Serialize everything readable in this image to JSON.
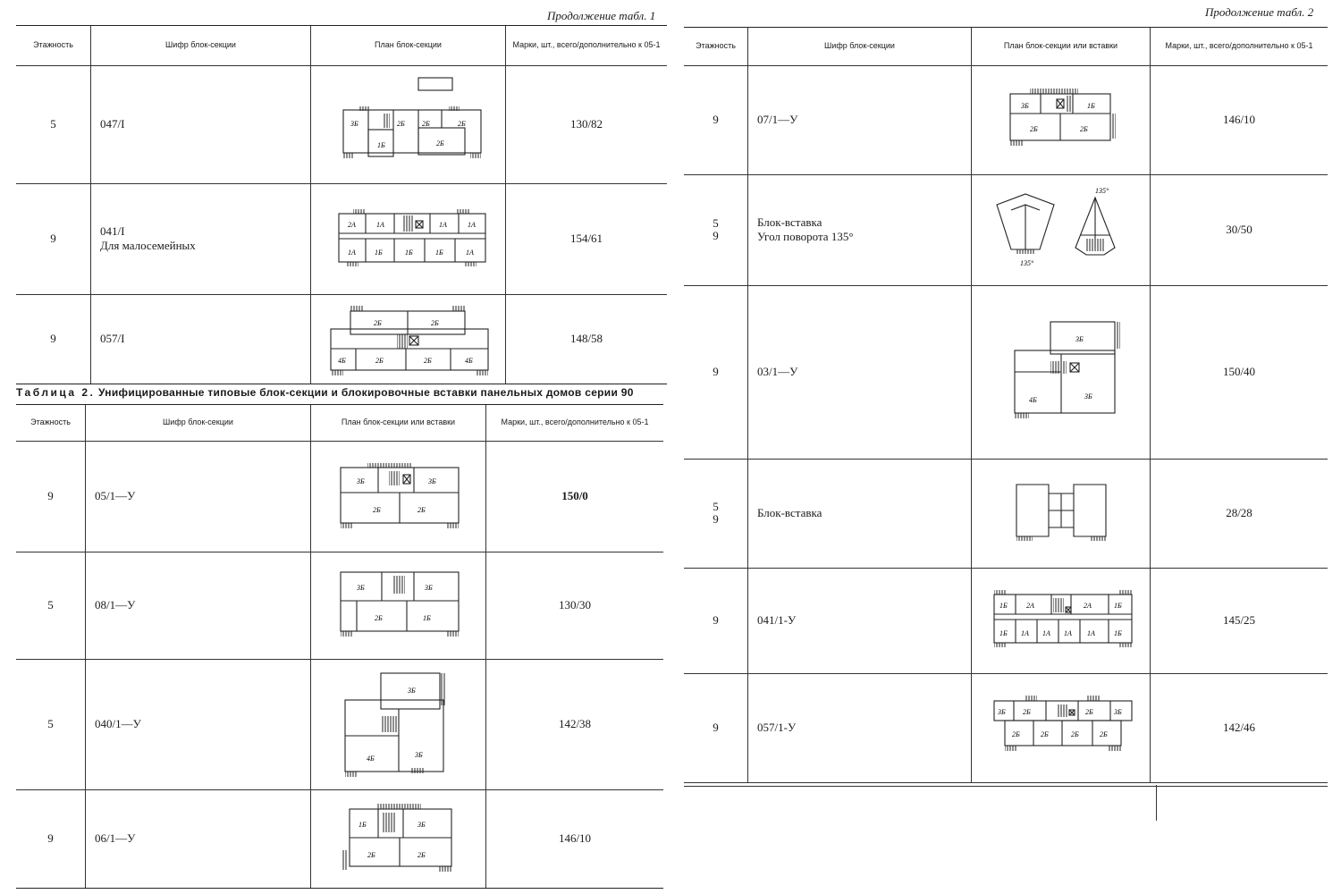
{
  "left": {
    "continuation": "Продолжение табл. 1",
    "table1": {
      "headers": [
        "Этажность",
        "Шифр блок-секции",
        "План блок-секции",
        "Марки, шт., всего/дополнительно к 05-1"
      ],
      "rows": [
        {
          "floors": "5",
          "code": "047/I",
          "note": "",
          "marks": "130/82",
          "rooms": [
            "3Б",
            "2Б",
            "1Б",
            "2Б",
            "2Б",
            "2Б"
          ]
        },
        {
          "floors": "9",
          "code": "041/I",
          "note": "Для малосемейных",
          "marks": "154/61",
          "rooms": [
            "2А",
            "1А",
            "1А",
            "1А",
            "1А",
            "1Б",
            "1Б",
            "1Б",
            "1А"
          ]
        },
        {
          "floors": "9",
          "code": "057/I",
          "note": "",
          "marks": "148/58",
          "rooms": [
            "2Б",
            "2Б",
            "4Б",
            "2Б",
            "2Б",
            "4Б"
          ]
        }
      ]
    },
    "table2_title_lead": "Таблица 2.",
    "table2_title_rest": " Унифицированные типовые блок-секции и блокировочные вставки панельных домов серии 90",
    "table2": {
      "headers": [
        "Этажность",
        "Шифр блок-секции",
        "План блок-секции или вставки",
        "Марки, шт., всего/дополнительно к 05-1"
      ],
      "rows": [
        {
          "floors": "9",
          "code": "05/1—У",
          "marks": "150/0",
          "rooms": [
            "3Б",
            "3Б",
            "2Б",
            "2Б"
          ]
        },
        {
          "floors": "5",
          "code": "08/1—У",
          "marks": "130/30",
          "rooms": [
            "3Б",
            "3Б",
            "2Б",
            "1Б"
          ]
        },
        {
          "floors": "5",
          "code": "040/1—У",
          "marks": "142/38",
          "rooms": [
            "3Б",
            "4Б",
            "3Б"
          ]
        },
        {
          "floors": "9",
          "code": "06/1—У",
          "marks": "146/10",
          "rooms": [
            "1Б",
            "3Б",
            "2Б",
            "2Б"
          ]
        }
      ]
    }
  },
  "right": {
    "continuation": "Продолжение табл. 2",
    "headers": [
      "Этажность",
      "Шифр блок-секции",
      "План блок-секции или вставки",
      "Марки, шт., всего/дополнительно к 05-1"
    ],
    "rows": [
      {
        "floors": "9",
        "code": "07/1—У",
        "marks": "146/10",
        "rooms": [
          "3Б",
          "1Б",
          "2Б",
          "2Б"
        ]
      },
      {
        "floors": "5\n9",
        "code": "Блок-вставка\nУгол поворота 135°",
        "marks": "30/50",
        "angle_label": "135°"
      },
      {
        "floors": "9",
        "code": "03/1—У",
        "marks": "150/40",
        "rooms": [
          "3Б",
          "4Б",
          "3Б"
        ]
      },
      {
        "floors": "5\n9",
        "code": "Блок-вставка",
        "marks": "28/28"
      },
      {
        "floors": "9",
        "code": "041/1-У",
        "marks": "145/25",
        "rooms": [
          "1Б",
          "2А",
          "2А",
          "1Б",
          "1Б",
          "1А",
          "1А",
          "1А",
          "1А",
          "1Б"
        ]
      },
      {
        "floors": "9",
        "code": "057/1-У",
        "marks": "142/46",
        "rooms": [
          "3Б",
          "2Б",
          "2Б",
          "3Б",
          "2Б",
          "2Б",
          "2Б",
          "2Б"
        ]
      }
    ]
  }
}
